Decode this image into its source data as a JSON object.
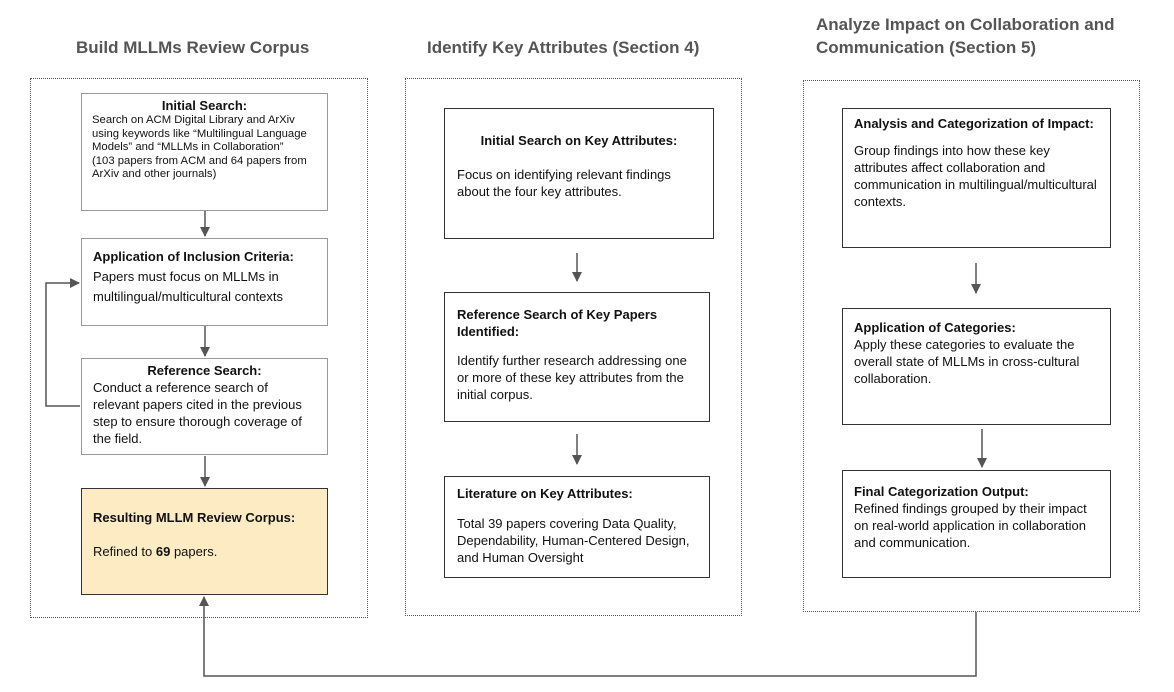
{
  "columns": {
    "build": {
      "title": "Build MLLMs Review Corpus",
      "initial_search": {
        "title": "Initial Search:",
        "body": "Search on ACM Digital Library and ArXiv using keywords like “Multilingual Language Models” and  “MLLMs in Collaboration”",
        "note": "(103 papers from ACM and 64 papers from ArXiv and other journals)"
      },
      "inclusion": {
        "title": "Application of Inclusion Criteria:",
        "body": "Papers must focus on MLLMs in multilingual/multicultural contexts"
      },
      "reference": {
        "title": "Reference Search:",
        "body": "Conduct a reference search of relevant papers cited in the previous step to ensure thorough coverage of the field."
      },
      "result": {
        "title": "Resulting MLLM Review Corpus:",
        "body_prefix": "Refined to ",
        "count": "69",
        "body_suffix": " papers."
      }
    },
    "identify": {
      "title": "Identify Key Attributes (Section 4)",
      "initial": {
        "title": "Initial Search on Key Attributes:",
        "body": "Focus on identifying relevant findings about the four key attributes."
      },
      "reference": {
        "title": "Reference Search of Key Papers Identified:",
        "body": "Identify further research addressing one or more of these key attributes from the initial corpus."
      },
      "literature": {
        "title": "Literature on Key Attributes:",
        "body": "Total 39 papers covering Data Quality, Dependability, Human-Centered Design, and Human Oversight"
      }
    },
    "analyze": {
      "title_line1": "Analyze Impact on Collaboration and",
      "title_line2": "Communication (Section 5)",
      "analysis": {
        "title": "Analysis and Categorization of Impact:",
        "body": "Group findings into how these key attributes affect collaboration and communication in multilingual/multicultural contexts."
      },
      "application": {
        "title": "Application of Categories:",
        "body": "Apply these categories to evaluate the overall state of MLLMs in cross-cultural collaboration."
      },
      "final": {
        "title": "Final Categorization Output:",
        "body": "Refined findings grouped by their impact on real-world application in collaboration and communication."
      }
    }
  },
  "colors": {
    "title_text": "#555555",
    "corpus_fill": "#fcebc3",
    "arrow": "#555555"
  }
}
